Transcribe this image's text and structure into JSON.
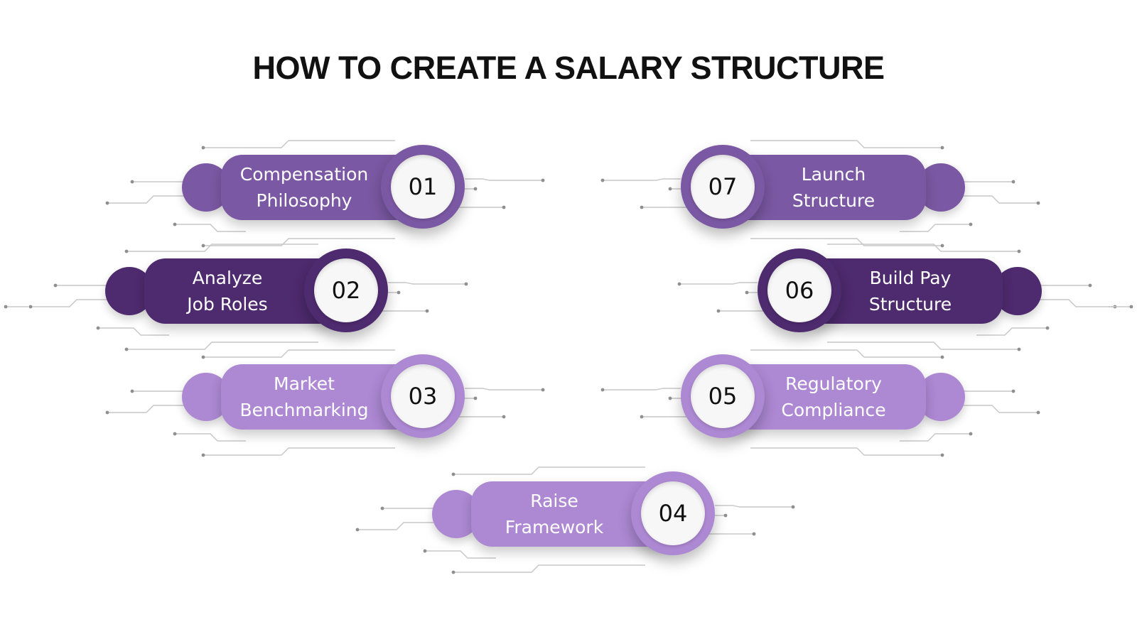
{
  "title": "HOW TO CREATE A SALARY STRUCTURE",
  "colors": {
    "purple_medium": "#7b58a3",
    "purple_dark": "#4e2a6e",
    "purple_light": "#ad88d3",
    "number_disc": "#f7f7f7",
    "circuit_lines": "#c7c7c7"
  },
  "steps": [
    {
      "number": "01",
      "line1": "Compensation",
      "line2": "Philosophy"
    },
    {
      "number": "02",
      "line1": "Analyze",
      "line2": "Job Roles"
    },
    {
      "number": "03",
      "line1": "Market",
      "line2": "Benchmarking"
    },
    {
      "number": "04",
      "line1": "Raise",
      "line2": "Framework"
    },
    {
      "number": "05",
      "line1": "Regulatory",
      "line2": "Compliance"
    },
    {
      "number": "06",
      "line1": "Build Pay",
      "line2": "Structure"
    },
    {
      "number": "07",
      "line1": "Launch",
      "line2": "Structure"
    }
  ]
}
